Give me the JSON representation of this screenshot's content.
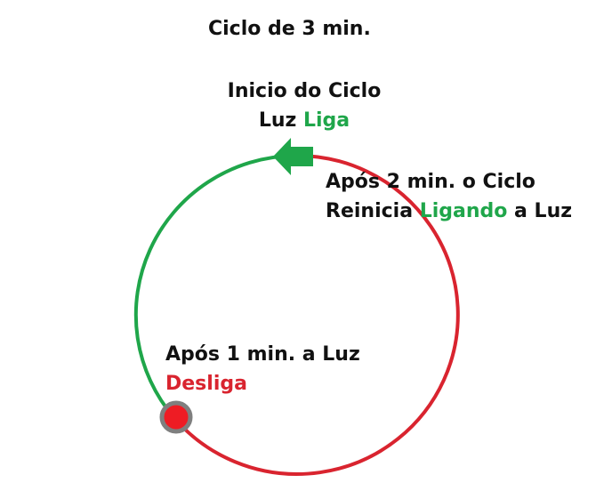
{
  "title": "Ciclo de 3 min.",
  "start": {
    "line1": "Inicio do Ciclo",
    "line2_prefix": "Luz ",
    "line2_highlight": "Liga"
  },
  "restart": {
    "line1": "Após 2 min. o Ciclo",
    "line2_prefix": "Reinicia ",
    "line2_highlight": "Ligando",
    "line2_suffix": " a Luz"
  },
  "off": {
    "line1": "Após 1 min. a Luz",
    "line2_highlight": "Desliga"
  },
  "colors": {
    "on": "#1fa64a",
    "off": "#d9242f",
    "text": "#111111",
    "marker_fill": "#ee1c24",
    "marker_border": "#7f7f7f"
  },
  "icons": {
    "start_marker": "arrow-left-icon",
    "off_marker": "dot-icon"
  }
}
